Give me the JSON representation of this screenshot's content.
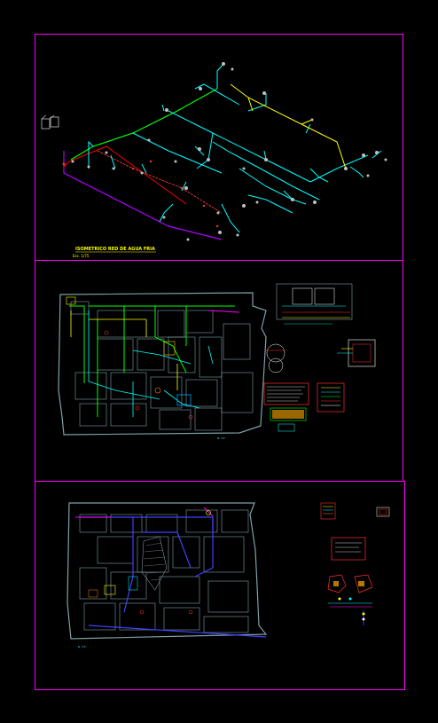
{
  "colors": {
    "background": "#000000",
    "sheet_border": "#ff00ff",
    "pipe_main": "#00ffff",
    "pipe_green": "#00ff00",
    "pipe_yellow": "#ffff00",
    "pipe_red": "#ff0000",
    "pipe_purple": "#b000ff",
    "walls": "#7fa0a8",
    "plan_blue": "#3030ff"
  },
  "sheet1": {
    "title": "ISOMETRICO RED DE AGUA FRIA",
    "scale": "Esc. 1/75"
  },
  "sheet2": {
    "plan_label": "N. T.P"
  },
  "sheet3": {
    "plan_label": "N. T.P"
  }
}
